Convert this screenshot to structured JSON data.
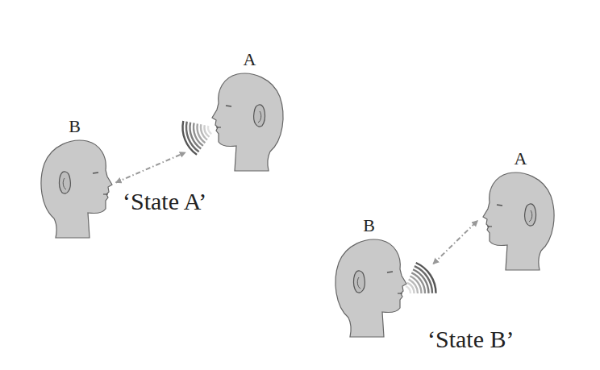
{
  "diagram": {
    "nodes": [
      {
        "text": [
          "B"
        ]
      },
      {
        "text": [
          "A"
        ]
      },
      {
        "text": [
          "B"
        ]
      },
      {
        "text": [
          "A"
        ]
      }
    ],
    "edges": [
      {
        "from": 0,
        "to": 1,
        "arrow": "both"
      },
      {
        "from": 2,
        "to": 3,
        "arrow": "both"
      }
    ],
    "labels": [
      "‘State A’",
      "‘State B’"
    ]
  }
}
